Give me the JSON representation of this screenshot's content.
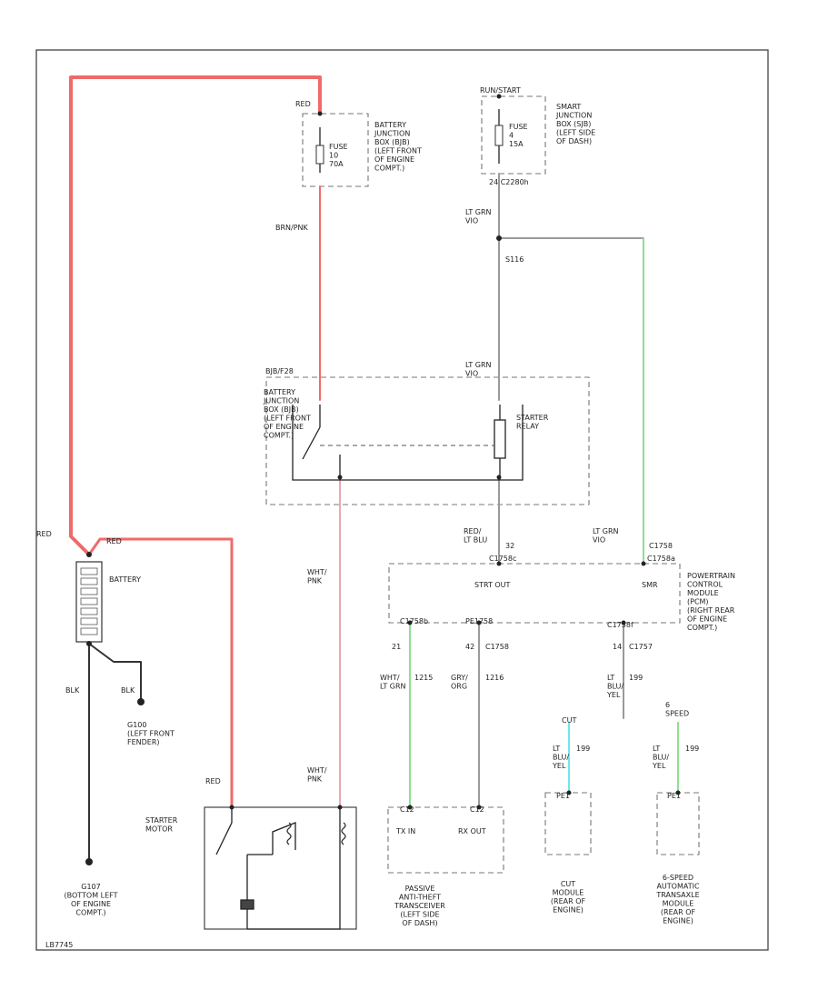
{
  "colors": {
    "red_wire": "#f06a6a",
    "gray_wire": "#9a9a9a",
    "pink_wire": "#e9a8b2",
    "green_wire": "#8ee08e",
    "cyan_wire": "#6fe6ec",
    "black_wire": "#333333"
  },
  "labels": {
    "red_top": "RED",
    "fuse1": [
      "FUSE",
      "10",
      "70A"
    ],
    "bjb_top": [
      "BATTERY",
      "JUNCTION",
      "BOX (BJB)",
      "(LEFT FRONT",
      "OF ENGINE",
      "COMPT.)"
    ],
    "brn_pnk": "BRN/PNK",
    "run_start": "RUN/START",
    "fuse2": [
      "FUSE",
      "4",
      "15A"
    ],
    "sjb": [
      "SMART",
      "JUNCTION",
      "BOX (SJB)",
      "(LEFT SIDE",
      "OF DASH)"
    ],
    "c2280": [
      "24",
      "C2280h"
    ],
    "lt_grn_vio_1": [
      "LT GRN",
      "VIO"
    ],
    "s116": "S116",
    "lt_grn_vio_2": [
      "LT GRN",
      "VIO"
    ],
    "bjb_conn": "BJB/F28",
    "bjb_mid": [
      "BATTERY",
      "JUNCTION",
      "BOX (BJB)",
      "(LEFT FRONT",
      "OF ENGINE",
      "COMPT.)"
    ],
    "starter_relay": [
      "STARTER",
      "RELAY"
    ],
    "red_bat": "RED",
    "red_bat2": "RED",
    "battery": "BATTERY",
    "red_ltblu": [
      "RED/",
      "LT BLU"
    ],
    "pin32": "32",
    "c1758c": "C1758c",
    "ltgrn_vio_pcm": [
      "LT GRN",
      "VIO"
    ],
    "c1758_pcm": "C1758",
    "pcm_conn": "C1758a",
    "strt_out": "STRT OUT",
    "smr": "SMR",
    "pcm": [
      "POWERTRAIN",
      "CONTROL",
      "MODULE",
      "(PCM)",
      "(RIGHT REAR",
      "OF ENGINE",
      "COMPT.)"
    ],
    "wht_pnk_1": [
      "WHT/",
      "PNK"
    ],
    "conn_a": "C1758b",
    "conn_b": "PE1758",
    "conn_c": "C1758f",
    "pin_a": "21",
    "pin_b": "42",
    "pin_b_conn": "C1758",
    "pin_c": "14",
    "pin_c_conn": "C1757",
    "wht_ltgrn": [
      "WHT/",
      "LT GRN"
    ],
    "wire_1215": "1215",
    "gry_org": [
      "GRY/",
      "ORG"
    ],
    "wire_1216": "1216",
    "lt_blu_yel": [
      "LT",
      "BLU/",
      "YEL"
    ],
    "wire_199": "199",
    "blk": "BLK",
    "blk2": "BLK",
    "g100": [
      "G100",
      "(LEFT FRONT",
      "FENDER)"
    ],
    "cut": "CUT",
    "cut_wire": [
      "LT",
      "BLU/",
      "YEL"
    ],
    "cut_199": "199",
    "six_speed": [
      "6",
      "SPEED"
    ],
    "six_wire": [
      "LT",
      "BLU/",
      "YEL"
    ],
    "six_199": "199",
    "red_starter": "RED",
    "wht_pnk_2": [
      "WHT/",
      "PNK"
    ],
    "starter_motor": [
      "STARTER",
      "MOTOR"
    ],
    "tcm_conn": "PE1",
    "pats_c1": "C12",
    "pats_c2": "C12",
    "tx_in": "TX IN",
    "rx_out": "RX OUT",
    "pats": [
      "PASSIVE",
      "ANTI-THEFT",
      "TRANSCEIVER",
      "(LEFT SIDE",
      "OF DASH)"
    ],
    "cut_module_conn": "PE1",
    "cut_module": [
      "CUT",
      "MODULE",
      "(REAR OF",
      "ENGINE)"
    ],
    "six_module_conn": "PE1",
    "six_module": [
      "6-SPEED",
      "AUTOMATIC",
      "TRANSAXLE",
      "MODULE",
      "(REAR OF",
      "ENGINE)"
    ],
    "g107": [
      "G107",
      "(BOTTOM LEFT",
      "OF ENGINE",
      "COMPT.)"
    ],
    "figure_id": "LB7745"
  }
}
